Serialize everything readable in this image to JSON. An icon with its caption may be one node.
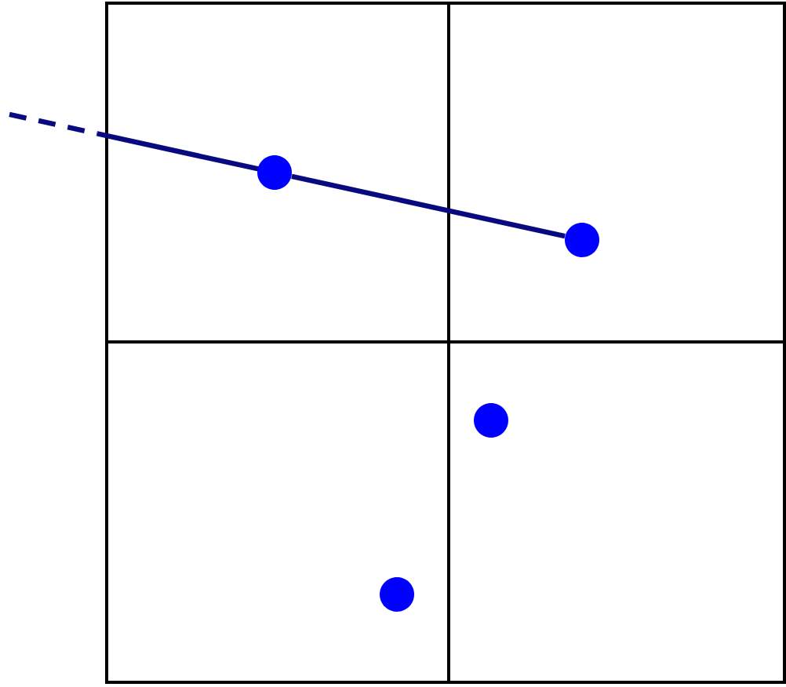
{
  "diagram": {
    "nodes": [
      {
        "text": [],
        "shape": "circle"
      },
      {
        "text": [],
        "shape": "circle"
      },
      {
        "text": [],
        "shape": "circle"
      },
      {
        "text": [],
        "shape": "circle"
      }
    ],
    "edges": [
      {
        "from": 0,
        "to": 1,
        "arrow": "none"
      }
    ]
  }
}
